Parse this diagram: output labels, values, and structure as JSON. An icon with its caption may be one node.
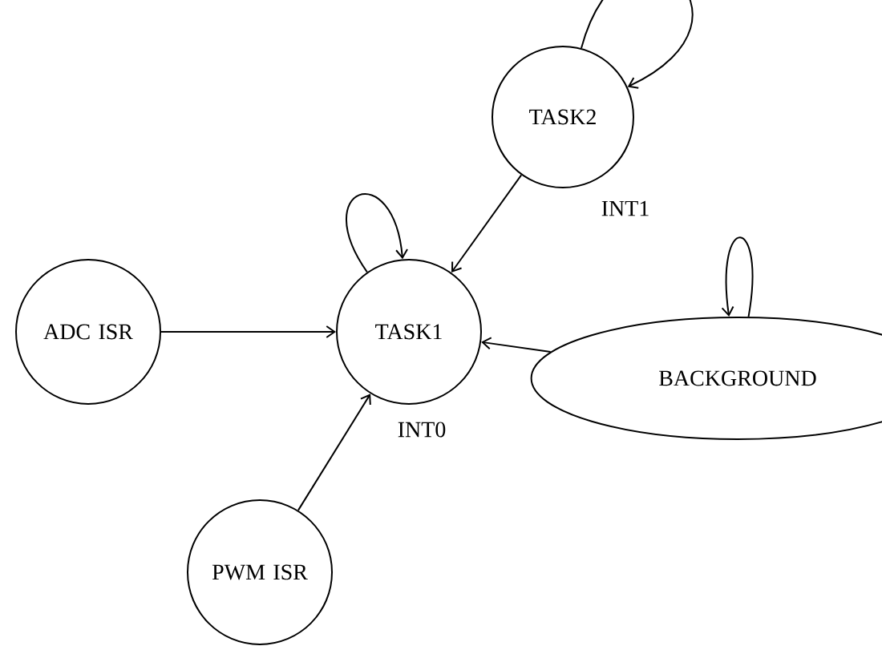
{
  "diagram": {
    "nodes": [
      {
        "text": [
          "TASK2"
        ],
        "beside": [
          "INT1"
        ]
      },
      {
        "text": [
          "ADC ISR"
        ]
      },
      {
        "text": [
          "TASK1"
        ],
        "beside": [
          "INT0"
        ]
      },
      {
        "text": [
          "BACKGROUND"
        ]
      },
      {
        "text": [
          "PWM ISR"
        ]
      }
    ],
    "edges": [
      {
        "from": 0,
        "to": 0,
        "arrow": "to"
      },
      {
        "from": 2,
        "to": 2,
        "arrow": "to"
      },
      {
        "from": 0,
        "to": 2,
        "arrow": "to"
      },
      {
        "from": 3,
        "to": 3,
        "arrow": "to"
      },
      {
        "from": 1,
        "to": 2,
        "arrow": "to"
      },
      {
        "from": 3,
        "to": 2,
        "arrow": "to"
      },
      {
        "from": 4,
        "to": 2,
        "arrow": "to"
      }
    ]
  }
}
